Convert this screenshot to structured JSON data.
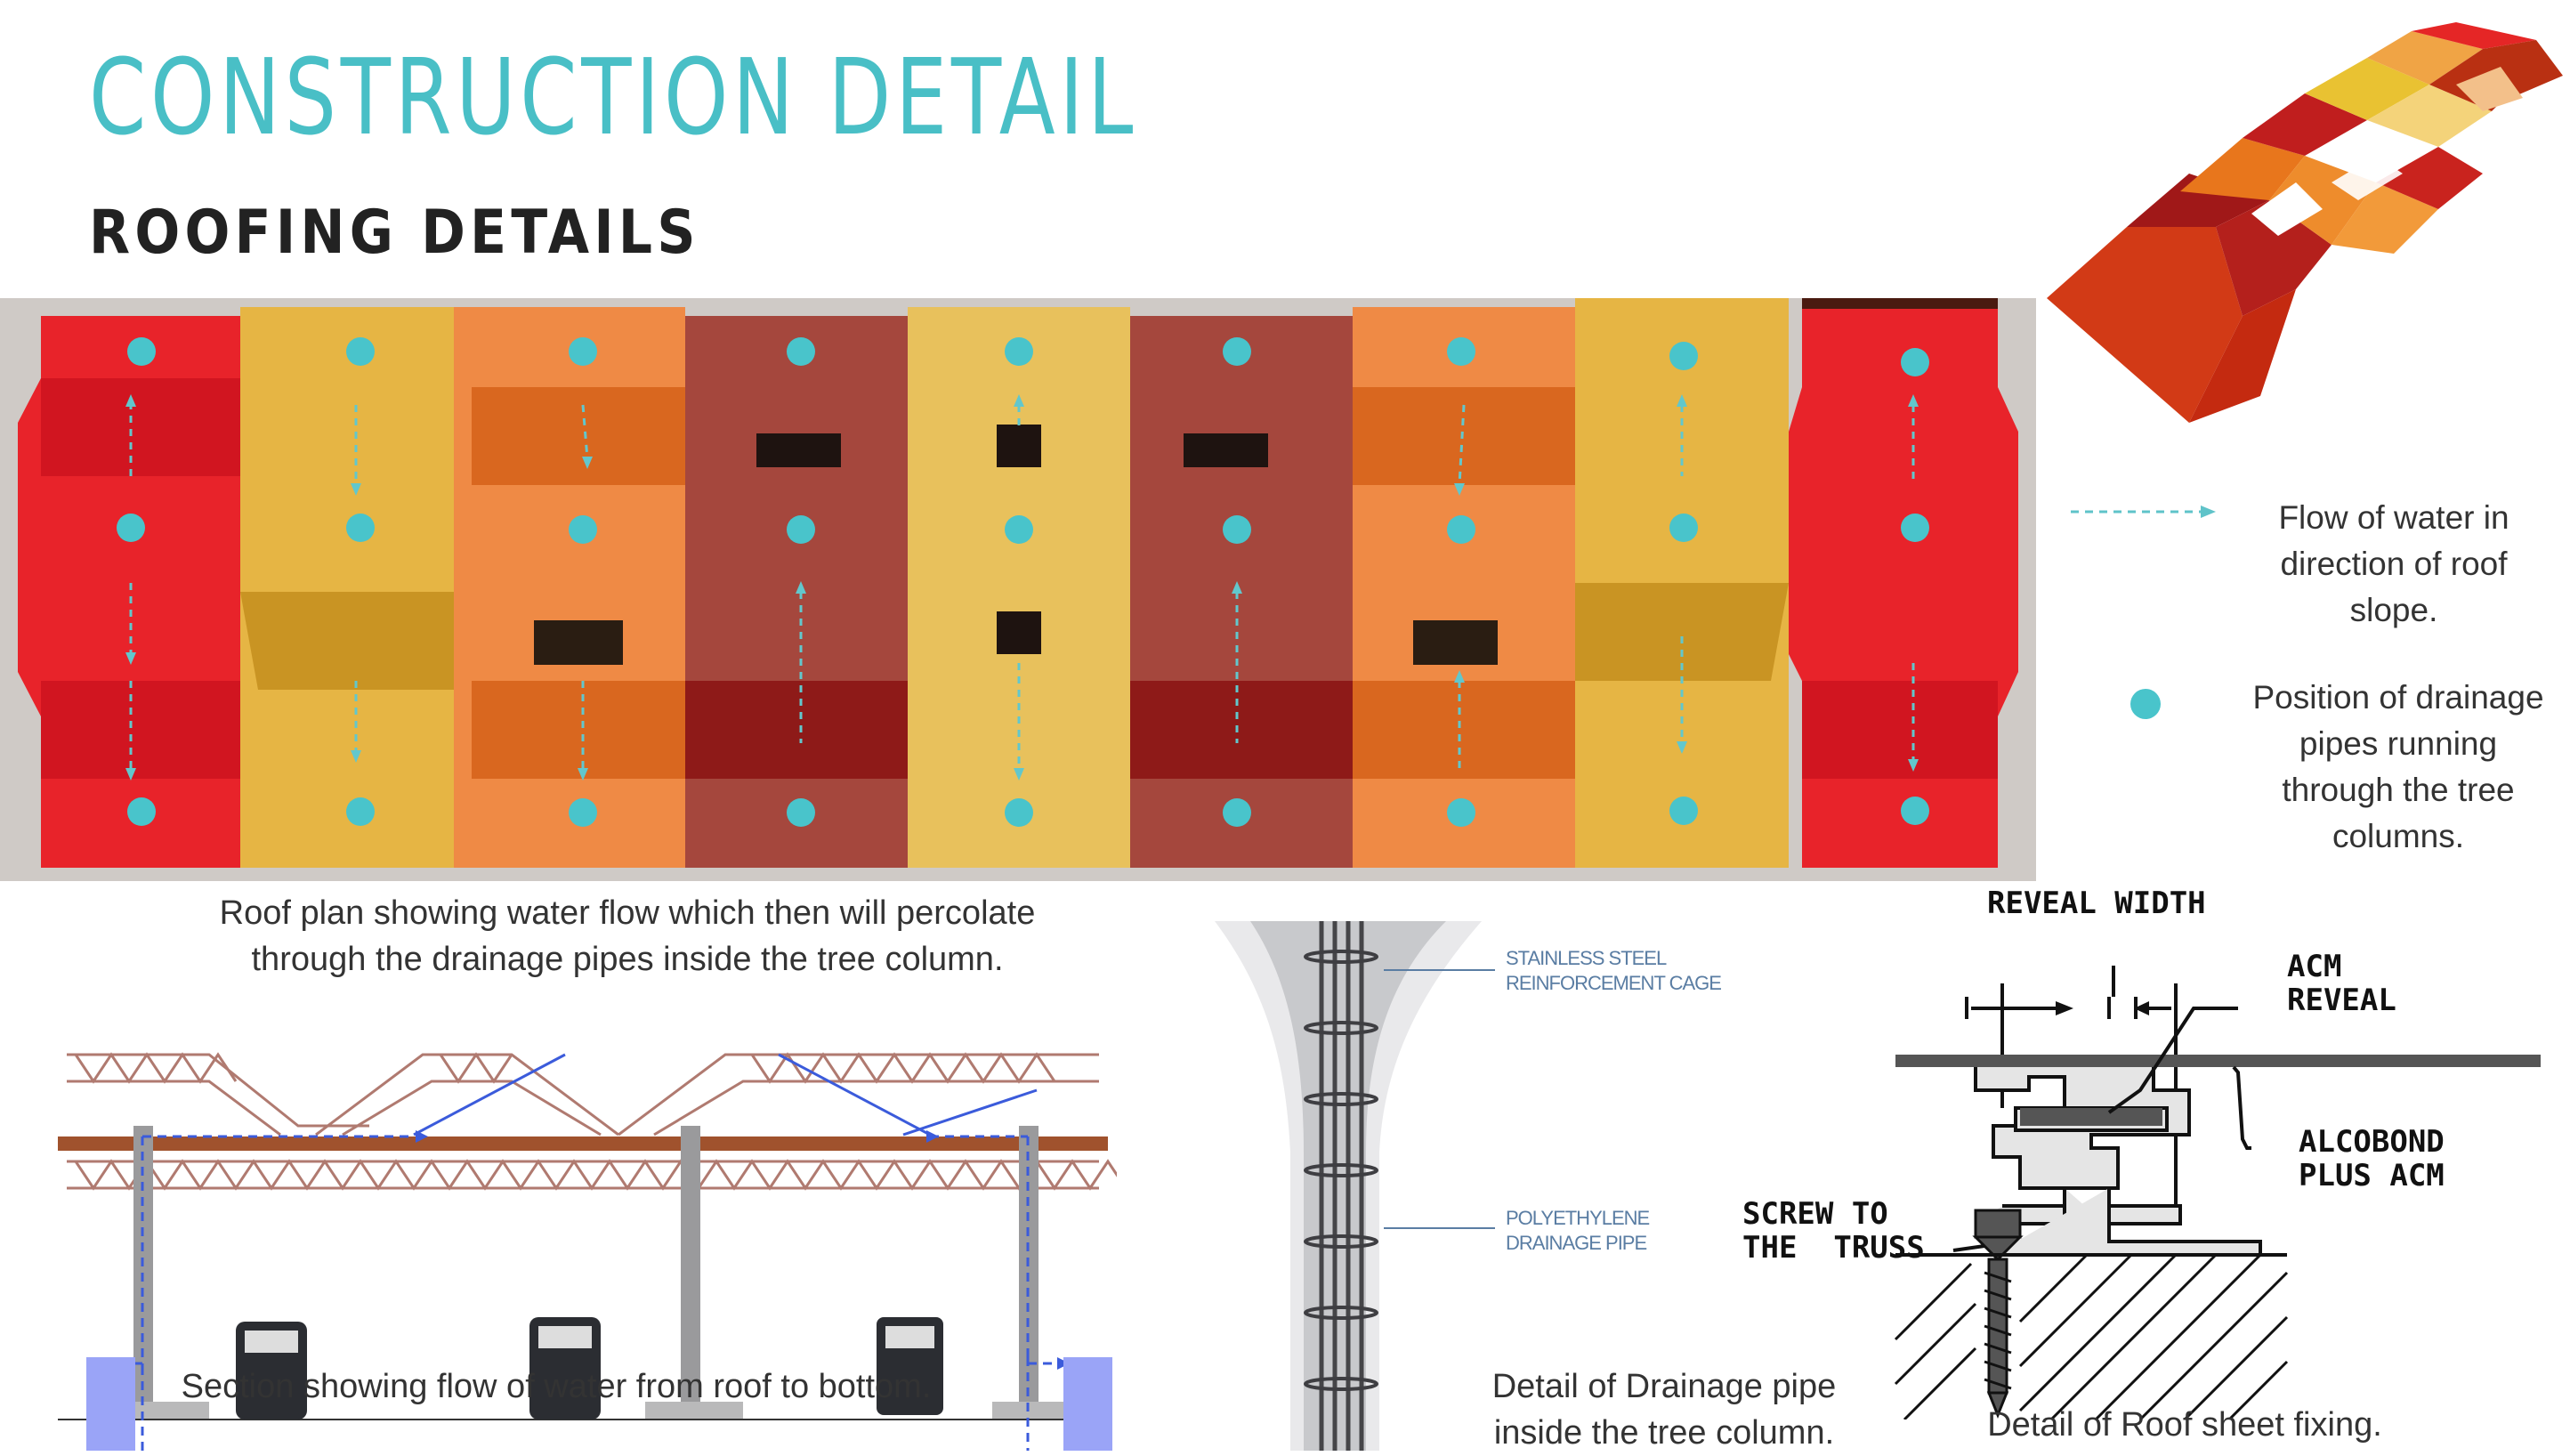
{
  "header": {
    "title": "CONSTRUCTION DETAIL",
    "subtitle": "ROOFING DETAILS"
  },
  "colors": {
    "accent": "#49bfc6",
    "flow_arrow": "#5fc3c9",
    "red": "#e8232a",
    "gold": "#e5b640",
    "orange": "#ee8840",
    "maroon": "#a8463c",
    "yellow": "#e8c15c"
  },
  "roof_plan": {
    "caption": "Roof plan showing water flow which then will percolate through the drainage pipes inside the tree column."
  },
  "legend": {
    "flow_text": "Flow of water in direction of roof slope.",
    "pipe_text": "Position of drainage pipes running through the tree columns."
  },
  "section": {
    "caption": "Section showing  flow of water from roof to bottom."
  },
  "drainage_detail": {
    "label_cage": "STAINLESS STEEL REINFORCEMENT CAGE",
    "label_pipe": "POLYETHYLENE DRAINAGE PIPE",
    "caption": "Detail of Drainage pipe inside the tree column."
  },
  "roof_sheet_detail": {
    "label_reveal_width": "REVEAL WIDTH",
    "label_acm_reveal": "ACM\nREVEAL",
    "label_alcobond": "ALCOBOND\nPLUS ACM",
    "label_screw": "SCREW TO\nTHE  TRUSS",
    "caption": "Detail of Roof sheet fixing."
  }
}
